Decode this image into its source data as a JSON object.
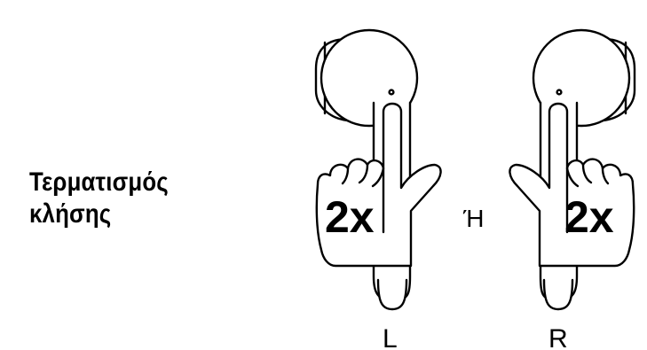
{
  "action": {
    "line1": "Τερματισμός",
    "line2": "κλήσης"
  },
  "left_earbud": {
    "gesture": "2x",
    "side": "L",
    "icon": "hand-double-tap-icon"
  },
  "right_earbud": {
    "gesture": "2x",
    "side": "R",
    "icon": "hand-double-tap-icon"
  },
  "separator": "Ή",
  "colors": {
    "stroke": "#000000",
    "fill": "#ffffff"
  }
}
